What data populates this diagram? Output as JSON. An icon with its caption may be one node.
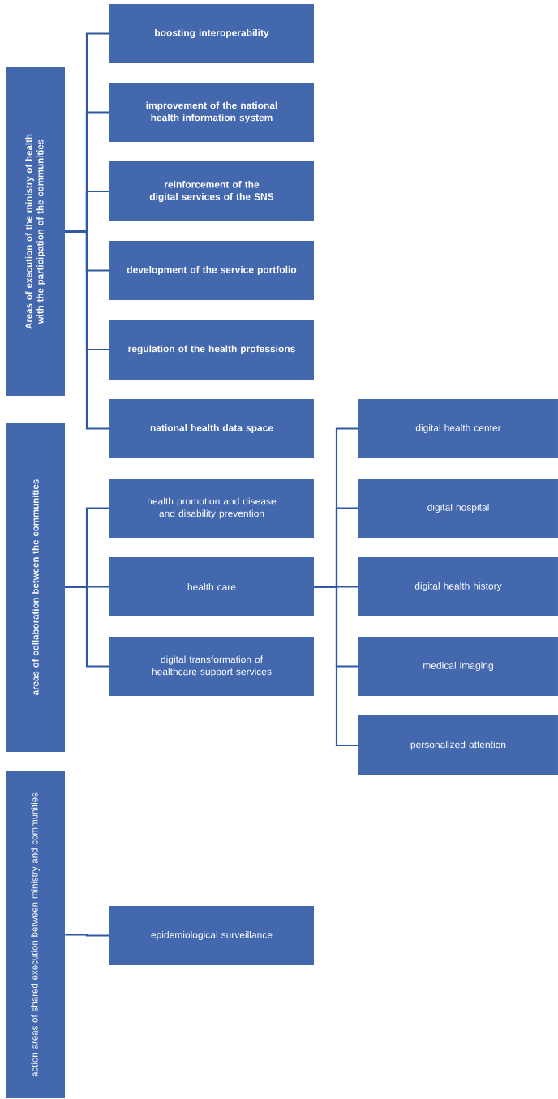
{
  "diagram": {
    "nodes": [
      {
        "text": [
          "Areas of execution of the ministry of health with the participation of the communities"
        ]
      },
      {
        "text": [
          "boosting interoperability"
        ]
      },
      {
        "text": [
          "improvement of the national health information system"
        ]
      },
      {
        "text": [
          "reinforcement of the digital services of the SNS"
        ]
      },
      {
        "text": [
          "development of the service portfolio"
        ]
      },
      {
        "text": [
          "regulation of the health professions"
        ]
      },
      {
        "text": [
          "national health data space"
        ]
      },
      {
        "text": [
          "areas of collaboration between the communities"
        ]
      },
      {
        "text": [
          "health promotion and disease and disability prevention"
        ]
      },
      {
        "text": [
          "health care"
        ]
      },
      {
        "text": [
          "digital transformation of healthcare support services"
        ]
      },
      {
        "text": [
          "digital health center"
        ]
      },
      {
        "text": [
          "digital hospital"
        ]
      },
      {
        "text": [
          "digital health history"
        ]
      },
      {
        "text": [
          "medical imaging"
        ]
      },
      {
        "text": [
          "personalized attention"
        ]
      },
      {
        "text": [
          "action areas of shared execution between ministry and communities"
        ]
      },
      {
        "text": [
          "epidemiological surveillance"
        ]
      }
    ],
    "edges": [
      {
        "from": 0,
        "to": 1,
        "arrow": "none"
      },
      {
        "from": 0,
        "to": 2,
        "arrow": "none"
      },
      {
        "from": 0,
        "to": 3,
        "arrow": "none"
      },
      {
        "from": 0,
        "to": 4,
        "arrow": "none"
      },
      {
        "from": 0,
        "to": 5,
        "arrow": "none"
      },
      {
        "from": 0,
        "to": 6,
        "arrow": "none"
      },
      {
        "from": 7,
        "to": 8,
        "arrow": "none"
      },
      {
        "from": 7,
        "to": 9,
        "arrow": "none"
      },
      {
        "from": 7,
        "to": 10,
        "arrow": "none"
      },
      {
        "from": 9,
        "to": 11,
        "arrow": "none"
      },
      {
        "from": 9,
        "to": 12,
        "arrow": "none"
      },
      {
        "from": 9,
        "to": 13,
        "arrow": "none"
      },
      {
        "from": 9,
        "to": 14,
        "arrow": "none"
      },
      {
        "from": 9,
        "to": 15,
        "arrow": "none"
      },
      {
        "from": 16,
        "to": 17,
        "arrow": "none"
      }
    ]
  }
}
